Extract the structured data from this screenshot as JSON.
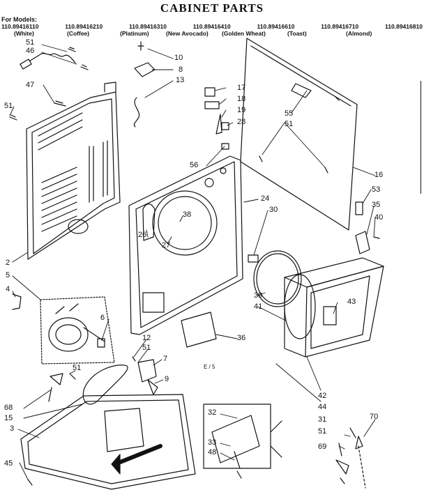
{
  "title": "CABINET PARTS",
  "models_heading": "For Models:",
  "models": [
    {
      "number": "110.89416110",
      "color": "(White)"
    },
    {
      "number": "110.89416210",
      "color": "(Coffee)"
    },
    {
      "number": "110.89416310",
      "color": "(Platinum)"
    },
    {
      "number": "110.89416410",
      "color": "(New Avocado)"
    },
    {
      "number": "110.89416610",
      "color": "(Golden Wheat)"
    },
    {
      "number": "110.89416710",
      "color": "(Toast)"
    },
    {
      "number": "110.89416810",
      "color": "(Almond)"
    }
  ],
  "reference_mark": "E / 5",
  "callouts": {
    "c51a": "51",
    "c46": "46",
    "c47": "47",
    "c51b": "51",
    "c2": "2",
    "c5": "5",
    "c4": "4",
    "c10": "10",
    "c8": "8",
    "c13": "13",
    "c17": "17",
    "c18": "18",
    "c19": "19",
    "c28": "28",
    "c56": "56",
    "c55": "55",
    "c51c": "51",
    "c16": "16",
    "c53": "53",
    "c35": "35",
    "c40": "40",
    "c24": "24",
    "c30": "30",
    "c38": "38",
    "c26": "26",
    "c27": "27",
    "c6": "6",
    "c12": "12",
    "c51d": "51",
    "c7": "7",
    "c9": "9",
    "c51e": "51",
    "c43": "43",
    "c39": "39",
    "c41": "41",
    "c36": "36",
    "c68": "68",
    "c15": "15",
    "c3": "3",
    "c45": "45",
    "c32": "32",
    "c33": "33",
    "c48": "48",
    "c42": "42",
    "c44": "44",
    "c31": "31",
    "c51f": "51",
    "c70": "70",
    "c69": "69"
  }
}
